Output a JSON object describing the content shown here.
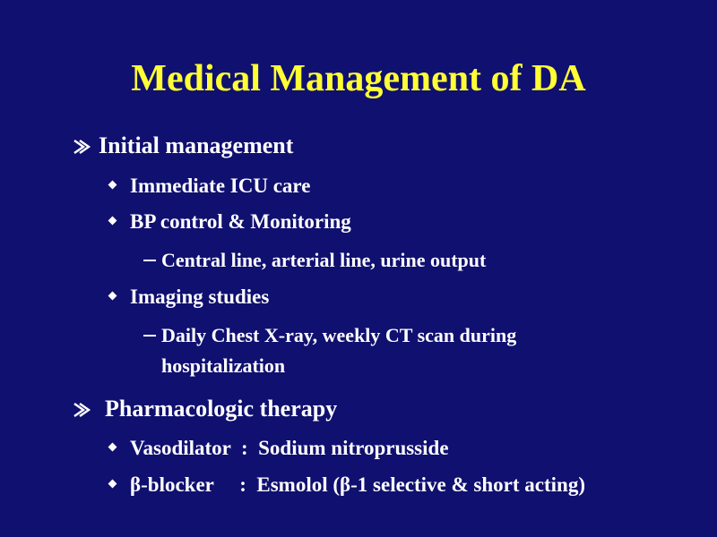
{
  "slide": {
    "title": "Medical Management of DA",
    "colors": {
      "background": "#101070",
      "title": "#ffff33",
      "text": "#ffffff"
    },
    "sections": [
      {
        "heading": "Initial management",
        "bullet_icon": "arrow-bullet-icon",
        "items": [
          {
            "text": "Immediate ICU care",
            "bullet_icon": "diamond-bullet-icon"
          },
          {
            "text": "BP control & Monitoring",
            "bullet_icon": "diamond-bullet-icon",
            "subitems": [
              {
                "text": "Central line, arterial line, urine output"
              }
            ]
          },
          {
            "text": "Imaging studies",
            "bullet_icon": "diamond-bullet-icon",
            "subitems": [
              {
                "text_line1": "Daily Chest X-ray, weekly CT scan during",
                "text_line2": "hospitalization"
              }
            ]
          }
        ]
      },
      {
        "heading": "Pharmacologic therapy",
        "bullet_icon": "arrow-bullet-icon",
        "items": [
          {
            "text": "Vasodilator  :  Sodium nitroprusside",
            "bullet_icon": "diamond-bullet-icon"
          },
          {
            "text": "β-blocker     :  Esmolol (β-1 selective & short acting)",
            "bullet_icon": "diamond-bullet-icon"
          }
        ]
      }
    ]
  }
}
